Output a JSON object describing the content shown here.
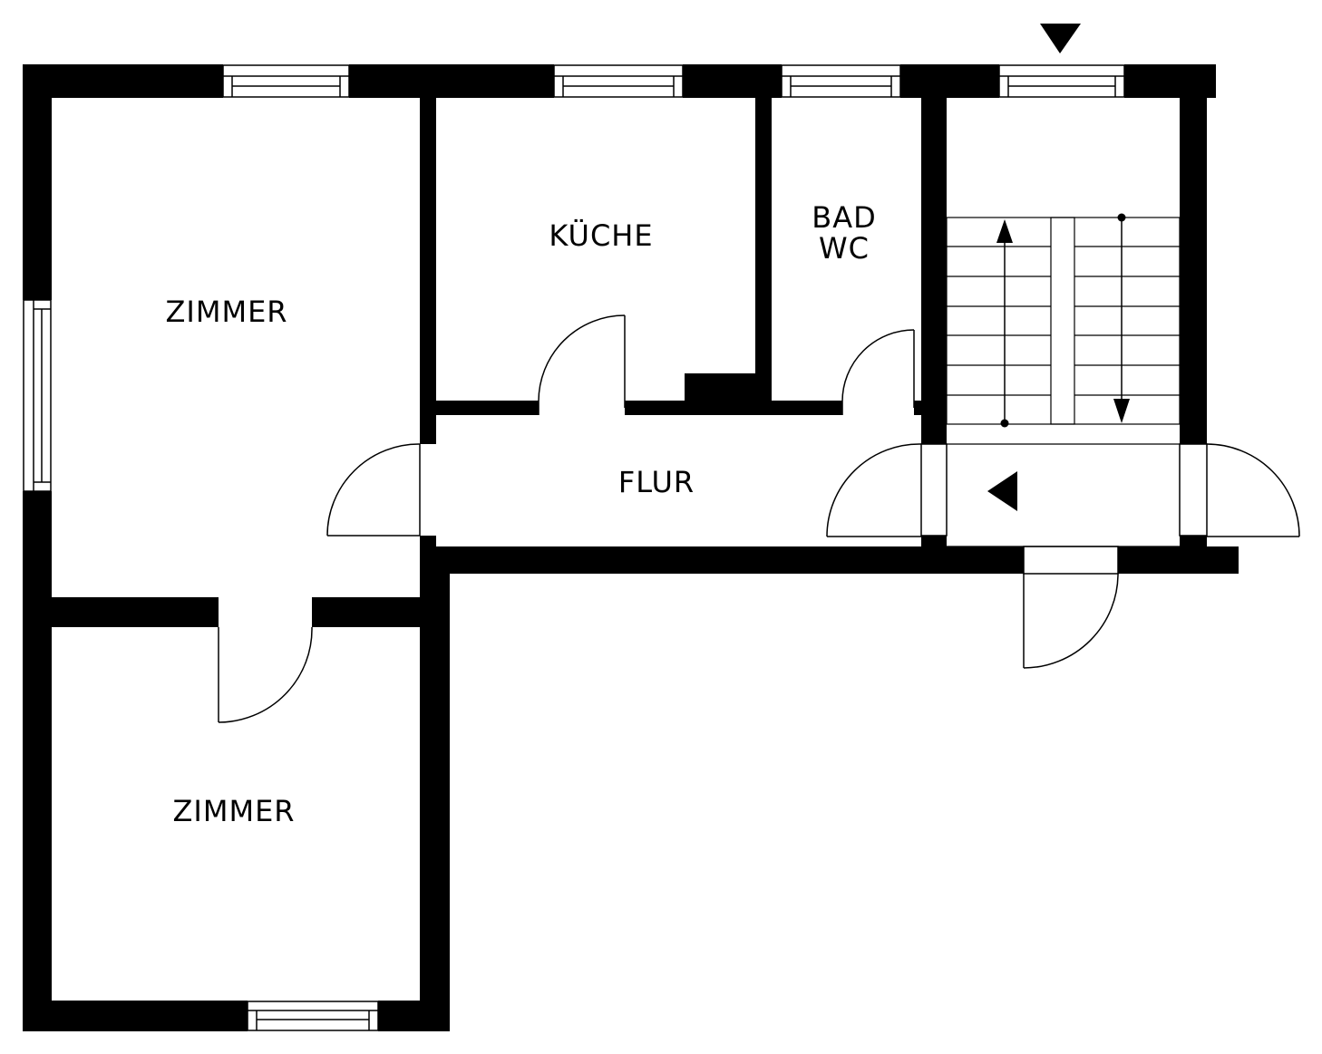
{
  "rooms": {
    "zimmer_top": "ZIMMER",
    "zimmer_bottom": "ZIMMER",
    "kueche": "KÜCHE",
    "bad_line1": "BAD",
    "bad_line2": "WC",
    "flur": "FLUR"
  },
  "colors": {
    "wall": "#000000",
    "background": "#ffffff"
  },
  "symbols": {
    "entrance_marker": "down-triangle-icon",
    "direction_marker": "left-triangle-icon",
    "stair_up": "arrow-up-icon",
    "stair_down": "arrow-down-icon"
  }
}
